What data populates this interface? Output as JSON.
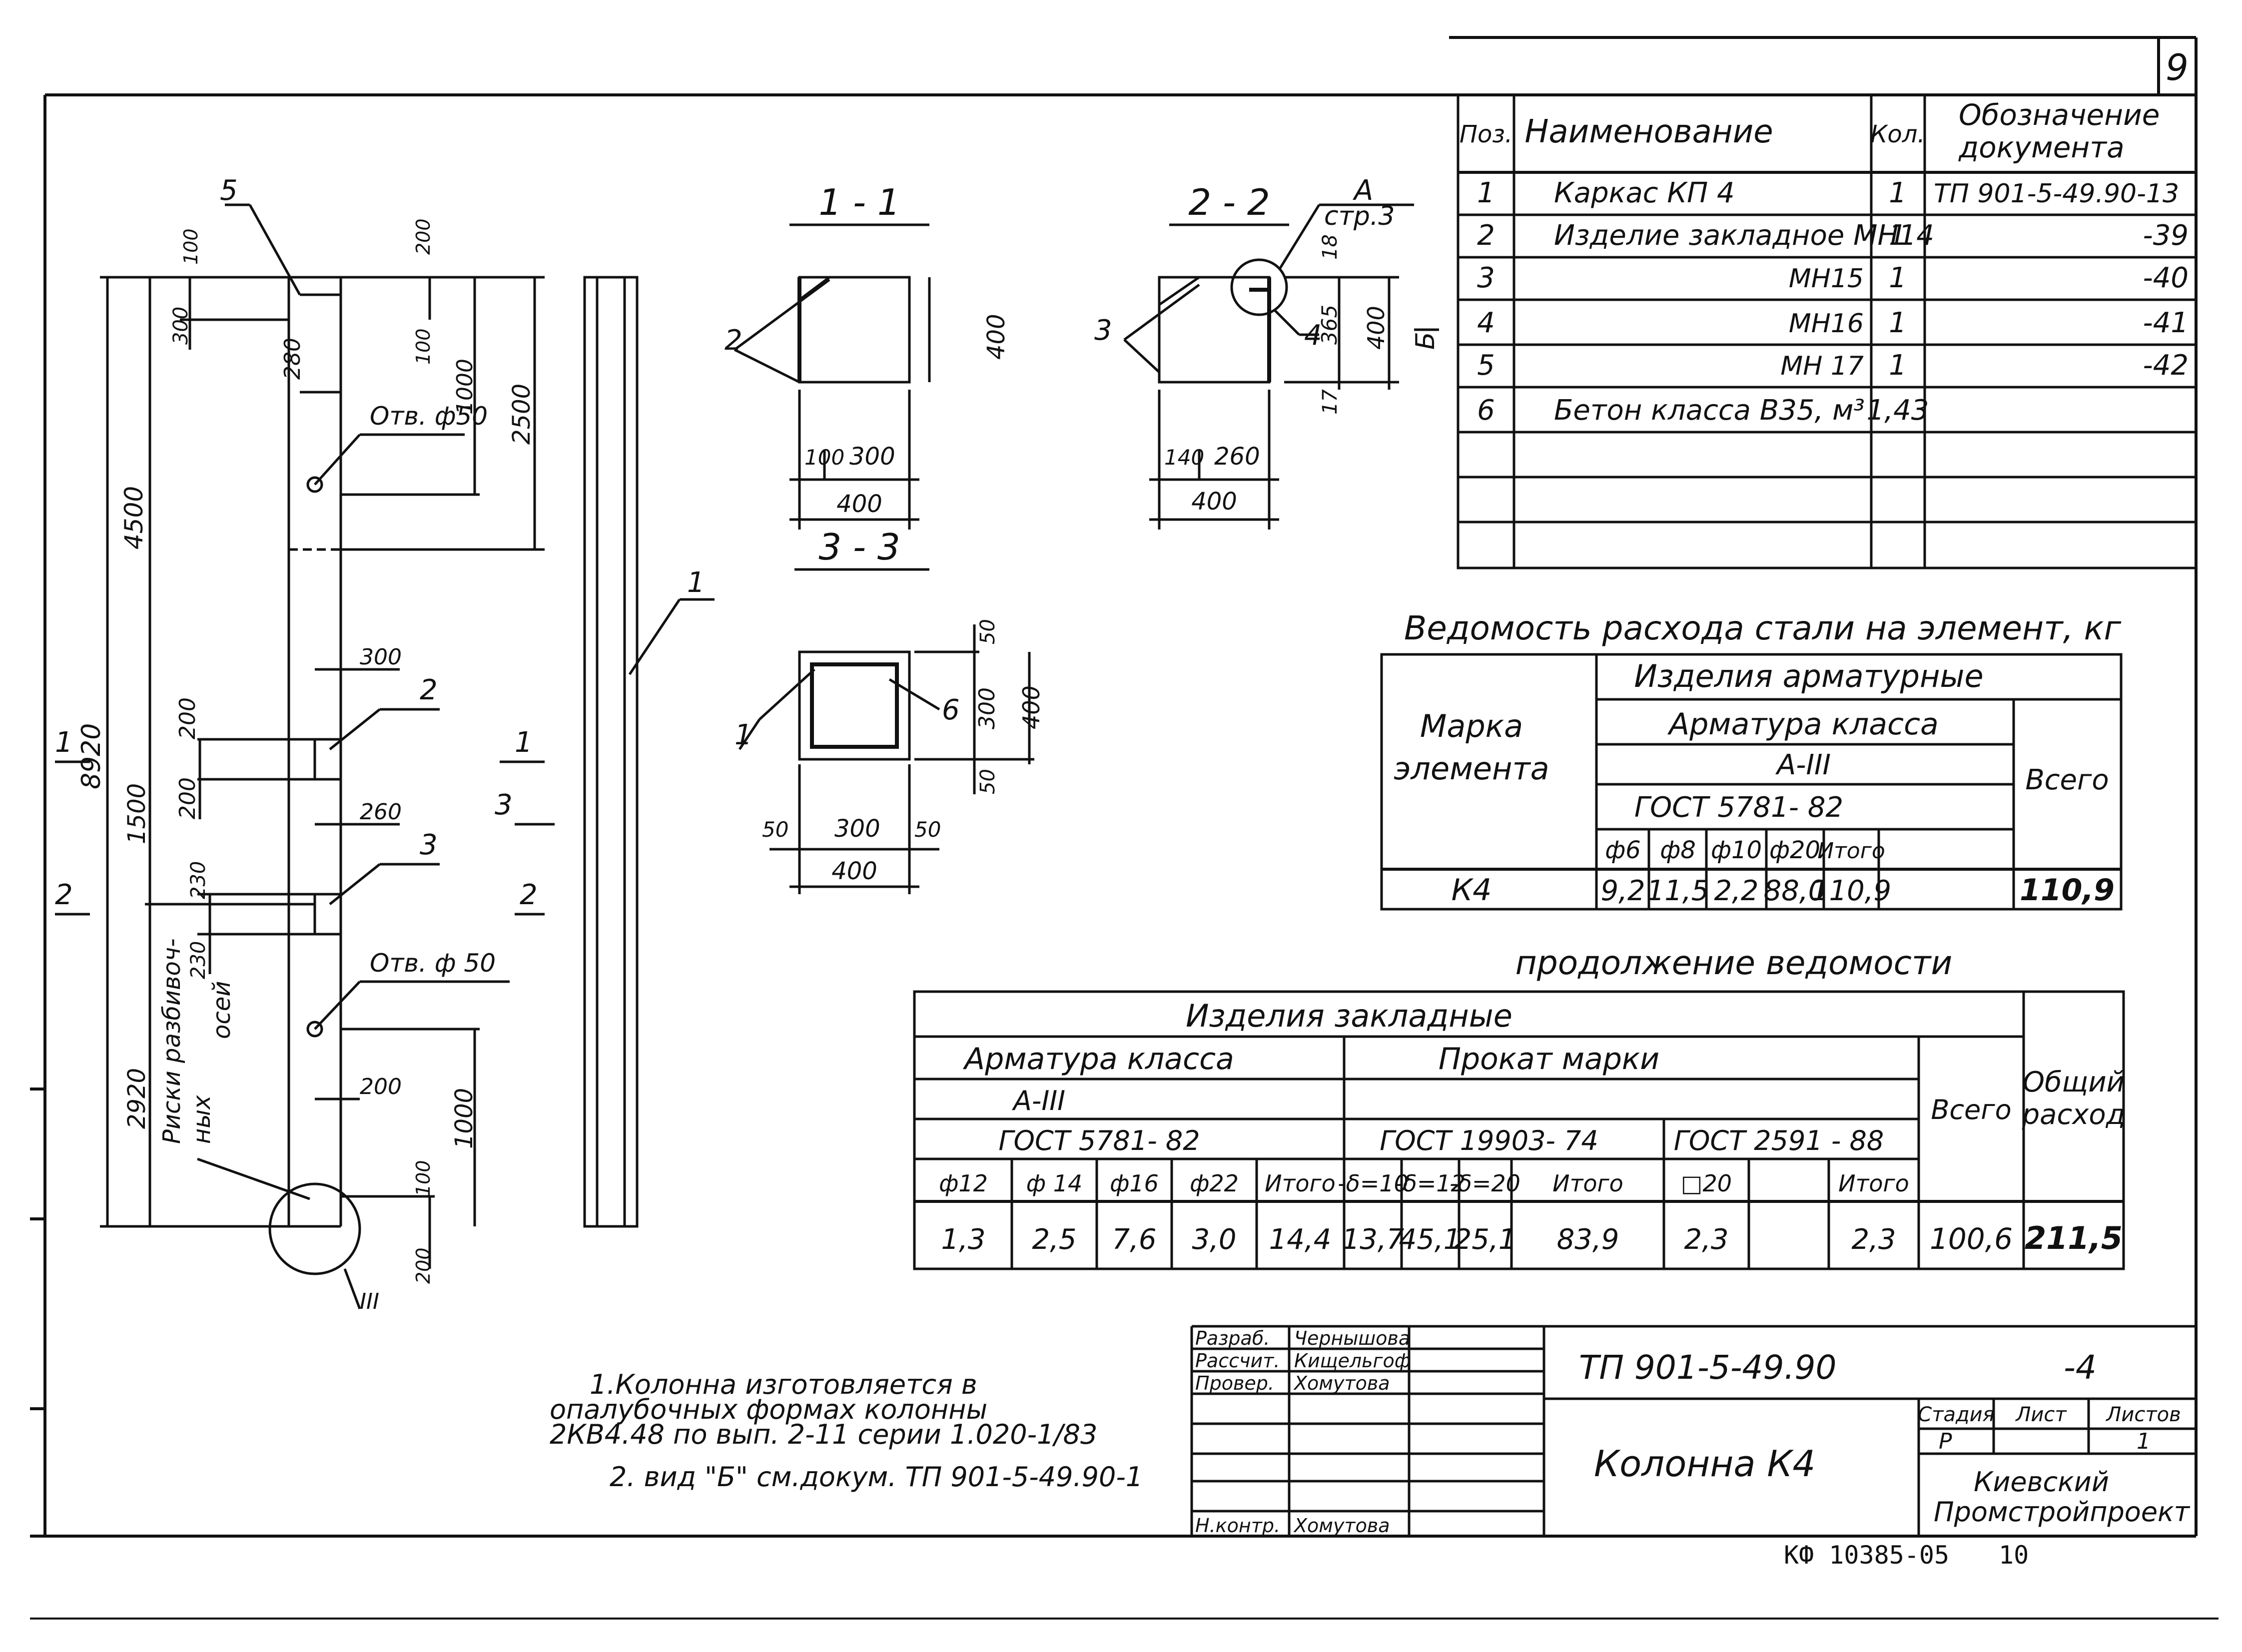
{
  "sheet_number": "9",
  "spec_table": {
    "headers": {
      "pos": "Поз.",
      "name": "Наименование",
      "qty": "Кол.",
      "doc": [
        "Обозначение",
        "документа"
      ]
    },
    "rows": [
      {
        "pos": "1",
        "name": "Каркас  КП 4",
        "qty": "1",
        "doc": "ТП 901-5-49.90-13"
      },
      {
        "pos": "2",
        "name": "Изделие  закладное МН14",
        "qty": "1",
        "doc": "-39"
      },
      {
        "pos": "3",
        "name": "МН15",
        "qty": "1",
        "doc": "-40"
      },
      {
        "pos": "4",
        "name": "МН16",
        "qty": "1",
        "doc": "-41"
      },
      {
        "pos": "5",
        "name": "МН 17",
        "qty": "1",
        "doc": "-42"
      },
      {
        "pos": "6",
        "name": "Бетон  класса  В35, м³",
        "qty": "1,43",
        "doc": ""
      }
    ]
  },
  "steel_table": {
    "title": "Ведомость  расхода  стали  на  элемент, кг",
    "group": "Изделия  арматурные",
    "mark_header": [
      "Марка",
      "элемента"
    ],
    "armature_class": "Арматура  класса",
    "class": "А-III",
    "gost": "ГОСТ 5781- 82",
    "total_header": "Всего",
    "cols": [
      "ф6",
      "ф8",
      "ф10",
      "ф20",
      "Итого"
    ],
    "row": {
      "mark": "К4",
      "values": [
        "9,2",
        "11,5",
        "2,2",
        "88,0",
        "110,9"
      ],
      "total": "110,9"
    }
  },
  "continuation_table": {
    "title": "продолжение  ведомости",
    "group": "Изделия   закладные",
    "armature_class": "Арматура  класса",
    "class": "А-III",
    "rolled": "Прокат  марки",
    "gost1": "ГОСТ 5781- 82",
    "gost2": "ГОСТ  19903- 74",
    "gost3": "ГОСТ 2591 - 88",
    "total_header": "Всего",
    "overall_header": [
      "Общий",
      "расход"
    ],
    "cols": [
      "ф12",
      "ф 14",
      "ф16",
      "ф22",
      "Итого",
      "-δ=10",
      "-δ=12",
      "-δ=20",
      "Итого",
      "□20",
      "",
      "Итого"
    ],
    "values": [
      "1,3",
      "2,5",
      "7,6",
      "3,0",
      "14,4",
      "13,7",
      "45,1",
      "25,1",
      "83,9",
      "2,3",
      "",
      "2,3"
    ],
    "total": "100,6",
    "overall": "211,5"
  },
  "drawing": {
    "sections": [
      "1 - 1",
      "2 - 2",
      "3 - 3"
    ],
    "ref_a": "А",
    "ref_page": "стр.3",
    "hole_label_1": "Отв. ф50",
    "hole_label_2": "Отв. ф 50",
    "axis_label": [
      "Риски  разбивоч-",
      "ных",
      "осей"
    ],
    "node": "III",
    "section_marks": [
      "1",
      "2",
      "3",
      "Б"
    ],
    "callouts": [
      "5",
      "2",
      "3",
      "1",
      "2",
      "3",
      "4",
      "1",
      "6"
    ],
    "dims_elevation": [
      "100",
      "300",
      "200",
      "100",
      "280",
      "1000",
      "2500",
      "4500",
      "8920",
      "300",
      "200",
      "200",
      "1500",
      "260",
      "230",
      "230",
      "2920",
      "200",
      "1000",
      "100",
      "200"
    ],
    "dims_section_1": [
      "400",
      "100",
      "300",
      "400"
    ],
    "dims_section_2": [
      "18",
      "365",
      "400",
      "17",
      "140",
      "260",
      "400"
    ],
    "dims_section_3": [
      "50",
      "300",
      "400",
      "50",
      "50",
      "300",
      "50",
      "400"
    ]
  },
  "notes": [
    "1.Колонна  изготовляется  в",
    "опалубочных  формах  колонны",
    "2КВ4.48  по  вып.  2-11  серии  1.020-1/83",
    "2. вид \"Б\" см.докум. ТП 901-5-49.90-1"
  ],
  "title_block": {
    "roles": [
      {
        "role": "Разраб.",
        "name": "Чернышова"
      },
      {
        "role": "Рассчит.",
        "name": "Кищельгоф"
      },
      {
        "role": "Провер.",
        "name": "Хомутова"
      },
      {
        "role": "Н.контр.",
        "name": "Хомутова"
      }
    ],
    "doc_code": "ТП 901-5-49.90",
    "sheet_suffix": "-4",
    "title": "Колонна  К4",
    "stage_header": "Стадия",
    "sheet_header": "Лист",
    "sheets_header": "Листов",
    "stage": "Р",
    "sheets": "1",
    "org": [
      "Киевский",
      "Промстройпроект"
    ]
  },
  "archive_code": "КФ 10385-05",
  "archive_page": "10"
}
